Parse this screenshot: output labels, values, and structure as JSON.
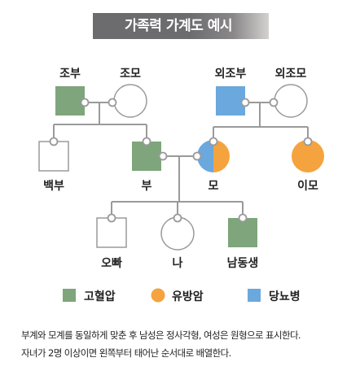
{
  "title": "가족력 가계도 예시",
  "colors": {
    "hypertension": "#7ea57b",
    "breast_cancer": "#f5a33e",
    "diabetes": "#6aa8dd",
    "line": "#9a9a9a",
    "empty_fill": "#ffffff"
  },
  "people": {
    "grandfather": "조부",
    "grandmother": "조모",
    "maternal_grandfather": "외조부",
    "maternal_grandmother": "외조모",
    "uncle": "백부",
    "father": "부",
    "mother": "모",
    "aunt": "이모",
    "brother": "오빠",
    "me": "나",
    "younger_brother": "남동생"
  },
  "legend": [
    {
      "label": "고혈압",
      "shape": "square",
      "color_key": "hypertension"
    },
    {
      "label": "유방암",
      "shape": "circle",
      "color_key": "breast_cancer"
    },
    {
      "label": "당뇨병",
      "shape": "square",
      "color_key": "diabetes"
    }
  ],
  "notes": [
    "부계와 모계를 동일하게 맞춘 후 남성은 정사각형, 여성은 원형으로 표시한다.",
    "자녀가 2명 이상이면 왼쪽부터 태어난 순서대로 배열한다."
  ]
}
